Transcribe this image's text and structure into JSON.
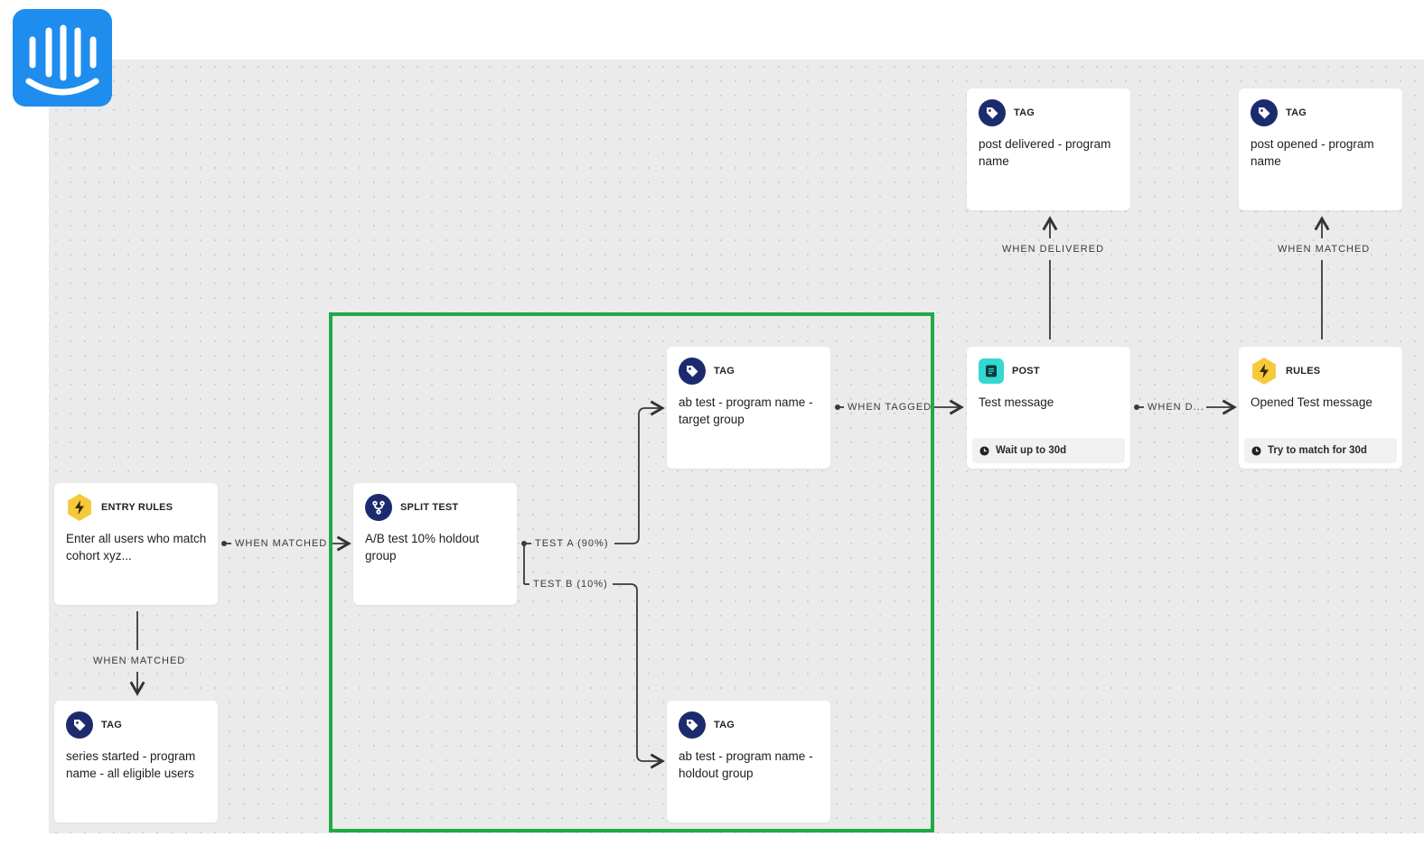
{
  "nodes": {
    "entry_rules": {
      "type": "ENTRY RULES",
      "body": "Enter all users who match cohort xyz..."
    },
    "tag_series_started": {
      "type": "TAG",
      "body": "series started - program name - all eligible users"
    },
    "split_test": {
      "type": "SPLIT TEST",
      "body": "A/B test 10% holdout group"
    },
    "tag_target_group": {
      "type": "TAG",
      "body": "ab test - program name - target group"
    },
    "tag_holdout_group": {
      "type": "TAG",
      "body": "ab test - program name - holdout group"
    },
    "post_test_message": {
      "type": "POST",
      "body": "Test message",
      "footer": "Wait up to 30d"
    },
    "rules_opened": {
      "type": "RULES",
      "body": "Opened Test message",
      "footer": "Try to match for 30d"
    },
    "tag_post_delivered": {
      "type": "TAG",
      "body": "post delivered - program name"
    },
    "tag_post_opened": {
      "type": "TAG",
      "body": "post opened - program name"
    }
  },
  "edges": {
    "entry_to_split": "WHEN MATCHED",
    "entry_to_series": "WHEN MATCHED",
    "test_a": "TEST A (90%)",
    "test_b": "TEST B (10%)",
    "target_to_post": "WHEN TAGGED",
    "post_to_rules": "WHEN D...",
    "post_to_delivered": "WHEN DELIVERED",
    "rules_to_opened": "WHEN MATCHED"
  },
  "colors": {
    "canvas": "#ebebeb",
    "highlight": "#1faa44",
    "logo": "#1f8ded",
    "tag_icon": "#1c2b6e",
    "rules_icon": "#f6c93b",
    "post_icon": "#35d8d0"
  },
  "icons": {
    "logo": "intercom-logo-icon",
    "tag": "tag-icon",
    "split": "split-test-icon",
    "rules": "lightning-bolt-icon",
    "post": "post-document-icon",
    "clock": "clock-icon"
  }
}
